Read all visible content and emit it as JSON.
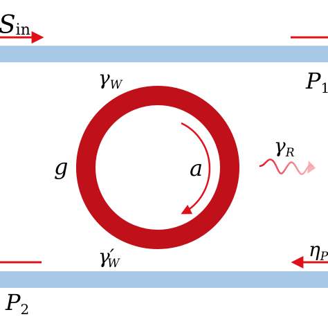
{
  "labels": {
    "s_in": {
      "main": "S",
      "sub": "in"
    },
    "p1": {
      "main": "P",
      "sub": "1"
    },
    "p2": {
      "main": "P",
      "sub": "2"
    },
    "gamma_w": {
      "main": "γ",
      "sub": "W"
    },
    "gamma_w_prime": {
      "main": "γ′",
      "sub": "W"
    },
    "gamma_r": {
      "main": "γ",
      "sub": "R"
    },
    "eta": {
      "main": "η",
      "sub": "P"
    },
    "g": "g",
    "a": "a"
  },
  "colors": {
    "waveguide": "#a8c8e8",
    "ring": "#c0101a",
    "arrow": "#e0101a",
    "text": "#000000"
  }
}
